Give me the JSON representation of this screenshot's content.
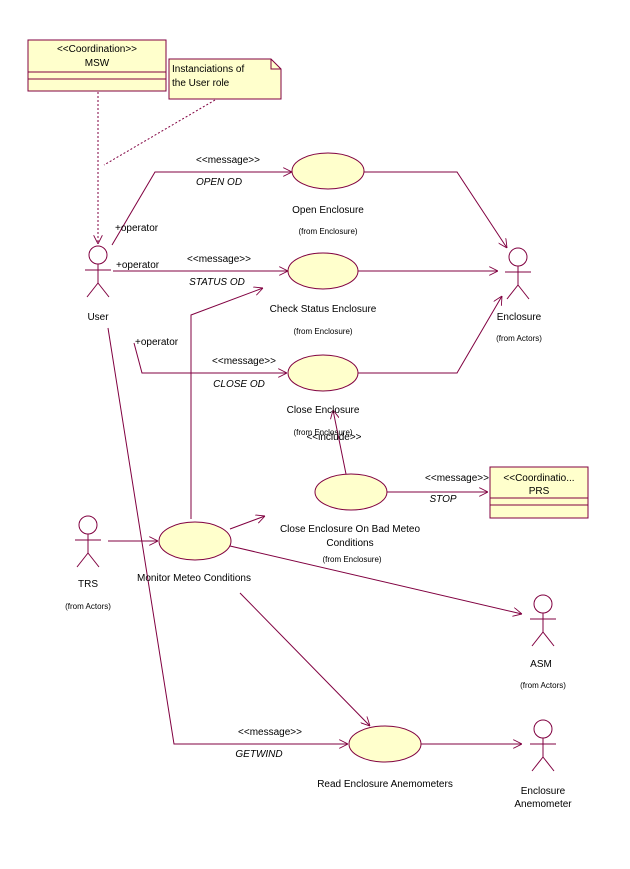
{
  "colors": {
    "line": "#800040",
    "fill": "#ffffcc"
  },
  "classes": {
    "msw": {
      "stereotype": "<<Coordination>>",
      "name": "MSW"
    },
    "prs": {
      "stereotype": "<<Coordinatio...",
      "name": "PRS"
    }
  },
  "note": {
    "line1": "Instanciations of",
    "line2": "the User role"
  },
  "actors": {
    "user": {
      "name": "User"
    },
    "enclosure": {
      "name": "Enclosure",
      "from": "(from Actors)"
    },
    "trs": {
      "name": "TRS",
      "from": "(from Actors)"
    },
    "asm": {
      "name": "ASM",
      "from": "(from Actors)"
    },
    "anemometer": {
      "name1": "Enclosure",
      "name2": "Anemometer"
    }
  },
  "usecases": {
    "open": {
      "name": "Open Enclosure",
      "from": "(from Enclosure)"
    },
    "status": {
      "name": "Check Status Enclosure",
      "from": "(from Enclosure)"
    },
    "close": {
      "name": "Close Enclosure",
      "from": "(from Enclosure)"
    },
    "badmeteo": {
      "name1": "Close Enclosure On Bad Meteo",
      "name2": "Conditions",
      "from": "(from Enclosure)"
    },
    "monitor": {
      "name": "Monitor Meteo Conditions"
    },
    "anemo": {
      "name": "Read Enclosure Anemometers"
    }
  },
  "edges": {
    "role_operator": "+operator",
    "stereo_message": "<<message>>",
    "stereo_include": "<<include>>",
    "open_od": "OPEN OD",
    "status_od": "STATUS OD",
    "close_od": "CLOSE OD",
    "stop": "STOP",
    "getwind": "GETWIND"
  }
}
